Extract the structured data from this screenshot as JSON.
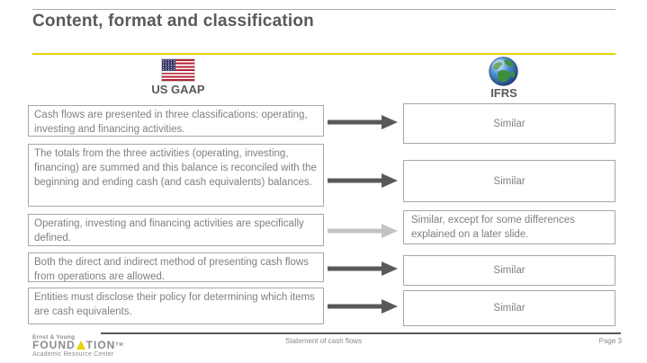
{
  "slide": {
    "title": "Content, format and classification",
    "columns": {
      "us_gaap_label": "US GAAP",
      "ifrs_label": "IFRS"
    },
    "icons": {
      "us_flag": "us-flag-icon",
      "globe": "globe-icon"
    },
    "colors": {
      "accent_yellow": "#E8D403",
      "title_gray": "#595959",
      "box_border_gray": "#A6A6A6",
      "box_text_gray": "#808080",
      "arrow_dark": "#595959",
      "arrow_light": "#C3C3C3"
    },
    "rows": [
      {
        "left": "Cash flows are presented in three classifications: operating, investing and financing activities.",
        "right": "Similar",
        "arrow": "dark"
      },
      {
        "left": "The totals from the three activities (operating, investing, financing) are summed and this balance is reconciled with the beginning and ending cash (and cash equivalents) balances.",
        "right": "Similar",
        "arrow": "dark"
      },
      {
        "left": "Operating, investing and financing activities are specifically defined.",
        "right": "Similar, except for some differences explained on a later slide.",
        "arrow": "light"
      },
      {
        "left": "Both the direct and indirect method of presenting cash flows from operations are allowed.",
        "right": "Similar",
        "arrow": "dark"
      },
      {
        "left": "Entities must disclose their policy for determining which items are cash equivalents.",
        "right": "Similar",
        "arrow": "dark"
      }
    ],
    "footer": {
      "logo_top": "Ernst & Young",
      "logo_main_pre": "FOUND",
      "logo_main_post": "TION",
      "logo_tm": "TM",
      "logo_sub": "Academic Resource Center",
      "center_text": "Statement of cash flows",
      "page_text": "Page 3"
    }
  }
}
